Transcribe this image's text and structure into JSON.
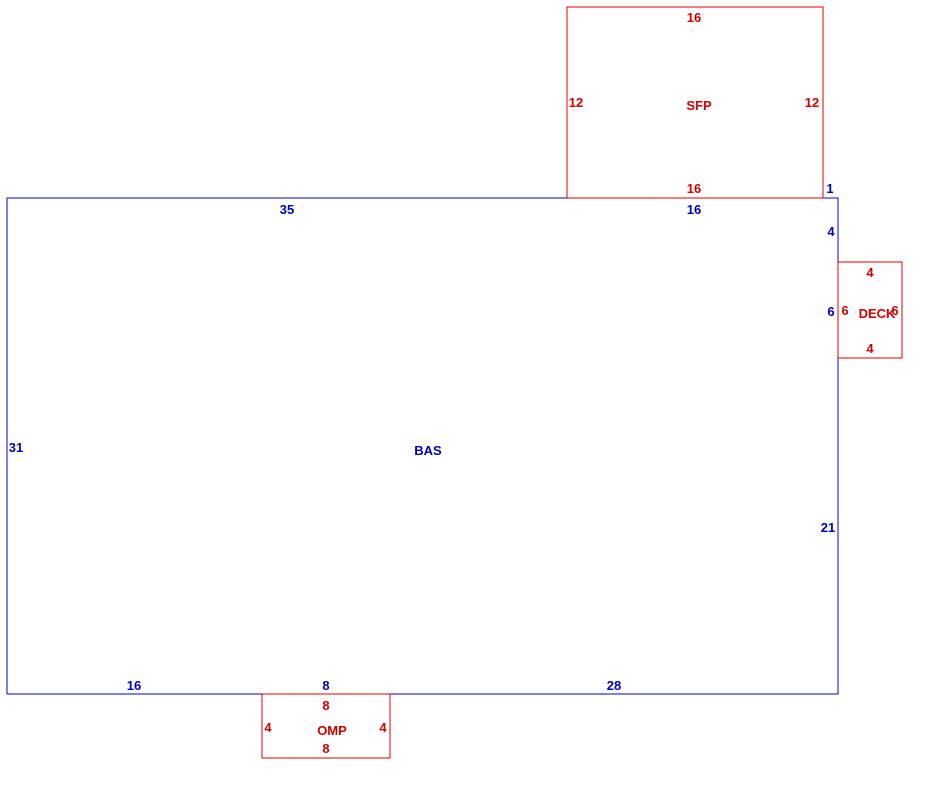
{
  "colors": {
    "main": "#0000cc",
    "addition": "#dd0000"
  },
  "areas": {
    "bas": {
      "name": "BAS",
      "dims": {
        "top_left": "35",
        "top_right": "16",
        "right_top": "4",
        "right_mid": "6",
        "right_bottom": "21",
        "left": "31",
        "bottom_left": "16",
        "bottom_mid": "8",
        "bottom_right": "28",
        "step": "1"
      }
    },
    "sfp": {
      "name": "SFP",
      "dims": {
        "top": "16",
        "left": "12",
        "right": "12",
        "bottom": "16"
      }
    },
    "deck": {
      "name": "DECK",
      "dims": {
        "top": "4",
        "left": "6",
        "right": "6",
        "bottom": "4"
      }
    },
    "omp": {
      "name": "OMP",
      "dims": {
        "top": "8",
        "left": "4",
        "right": "4",
        "bottom": "8"
      }
    }
  }
}
